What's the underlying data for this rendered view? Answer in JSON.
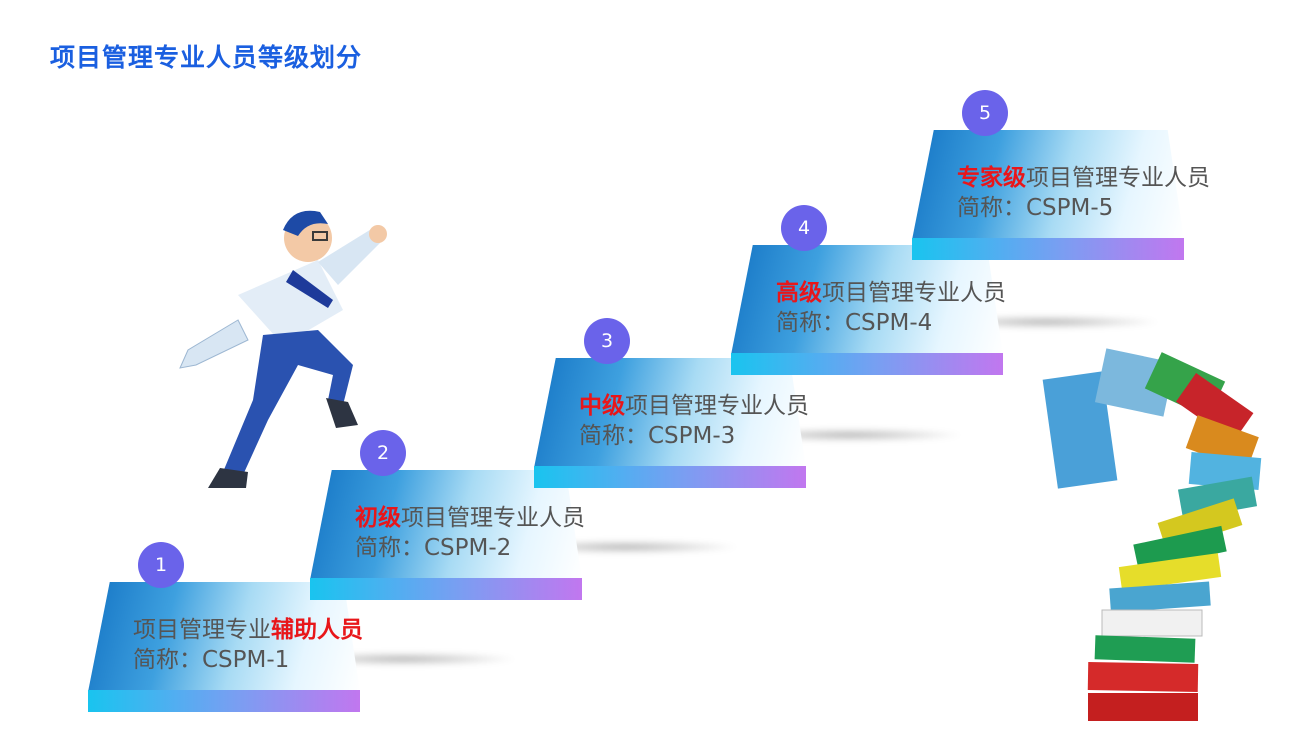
{
  "title": "项目管理专业人员等级划分",
  "steps": [
    {
      "number": "1",
      "pre": "项目管理专业",
      "highlight": "辅助人员",
      "post": "",
      "abbr": "简称：CSPM-1"
    },
    {
      "number": "2",
      "pre": "",
      "highlight": "初级",
      "post": "项目管理专业人员",
      "abbr": "简称：CSPM-2"
    },
    {
      "number": "3",
      "pre": "",
      "highlight": "中级",
      "post": "项目管理专业人员",
      "abbr": "简称：CSPM-3"
    },
    {
      "number": "4",
      "pre": "",
      "highlight": "高级",
      "post": "项目管理专业人员",
      "abbr": "简称：CSPM-4"
    },
    {
      "number": "5",
      "pre": "",
      "highlight": "专家级",
      "post": "项目管理专业人员",
      "abbr": "简称：CSPM-5"
    }
  ],
  "colors": {
    "title": "#1a5fe0",
    "highlight": "#e8161a",
    "badge": "#6a63ea",
    "text": "#555555"
  },
  "icons": {
    "runner": "running-man-illustration",
    "books": "book-stack-question-mark-illustration"
  }
}
